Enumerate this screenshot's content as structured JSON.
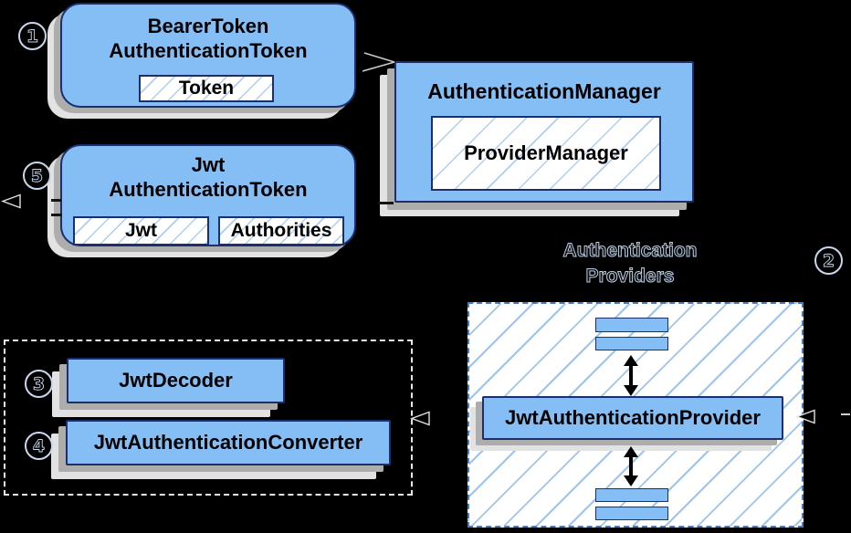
{
  "palette": {
    "background": "#000000",
    "node_fill": "#85BEF5",
    "node_border": "#1B2E6E",
    "hatch_line": "#AECDF0",
    "shadow_dark": "#ADADAD",
    "shadow_light": "#E2E2E2",
    "providers_dashed_border": "#4A7CC0",
    "group_dashed_border": "#E6E6E6",
    "arrow": "#000000"
  },
  "cards": {
    "bearer_token": {
      "line1": "BearerToken",
      "line2": "AuthenticationToken",
      "field": "Token",
      "badge": "1"
    },
    "jwt_token": {
      "line1": "Jwt",
      "line2": "AuthenticationToken",
      "field1": "Jwt",
      "field2": "Authorities",
      "badge": "5"
    },
    "authentication_manager": {
      "title": "AuthenticationManager",
      "inner": "ProviderManager"
    },
    "jwt_authentication_provider": {
      "title": "JwtAuthenticationProvider"
    },
    "jwt_decoder": {
      "title": "JwtDecoder",
      "badge": "3"
    },
    "jwt_authentication_converter": {
      "title": "JwtAuthenticationConverter",
      "badge": "4"
    }
  },
  "labels": {
    "providers_line1": "Authentication",
    "providers_line2": "Providers",
    "providers_badge": "2"
  }
}
